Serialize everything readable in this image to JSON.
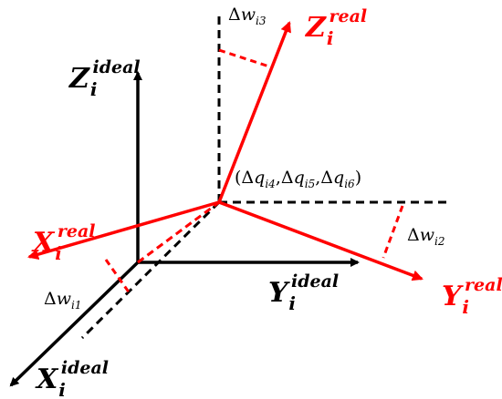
{
  "colors": {
    "ideal": "#000000",
    "real": "#ff0000",
    "dashed_black": "#000000",
    "dashed_red": "#ff0000"
  },
  "axes": {
    "ideal": {
      "z": {
        "main": "Z",
        "sub": "i",
        "sup": "ideal"
      },
      "y": {
        "main": "Y",
        "sub": "i",
        "sup": "ideal"
      },
      "x": {
        "main": "X",
        "sub": "i",
        "sup": "ideal"
      }
    },
    "real": {
      "z": {
        "main": "Z",
        "sub": "i",
        "sup": "real"
      },
      "y": {
        "main": "Y",
        "sub": "i",
        "sup": "real"
      },
      "x": {
        "main": "X",
        "sub": "i",
        "sup": "real"
      }
    }
  },
  "angles": {
    "w1": {
      "delta": "Δ",
      "var": "w",
      "sub": "i1"
    },
    "w2": {
      "delta": "Δ",
      "var": "w",
      "sub": "i2"
    },
    "w3": {
      "delta": "Δ",
      "var": "w",
      "sub": "i3"
    }
  },
  "origin_offset": {
    "open": "(",
    "q4": {
      "delta": "Δ",
      "var": "q",
      "sub": "i4"
    },
    "sep1": ",",
    "q5": {
      "delta": "Δ",
      "var": "q",
      "sub": "i5"
    },
    "sep2": ",",
    "q6": {
      "delta": "Δ",
      "var": "q",
      "sub": "i6"
    },
    "close": ")"
  }
}
